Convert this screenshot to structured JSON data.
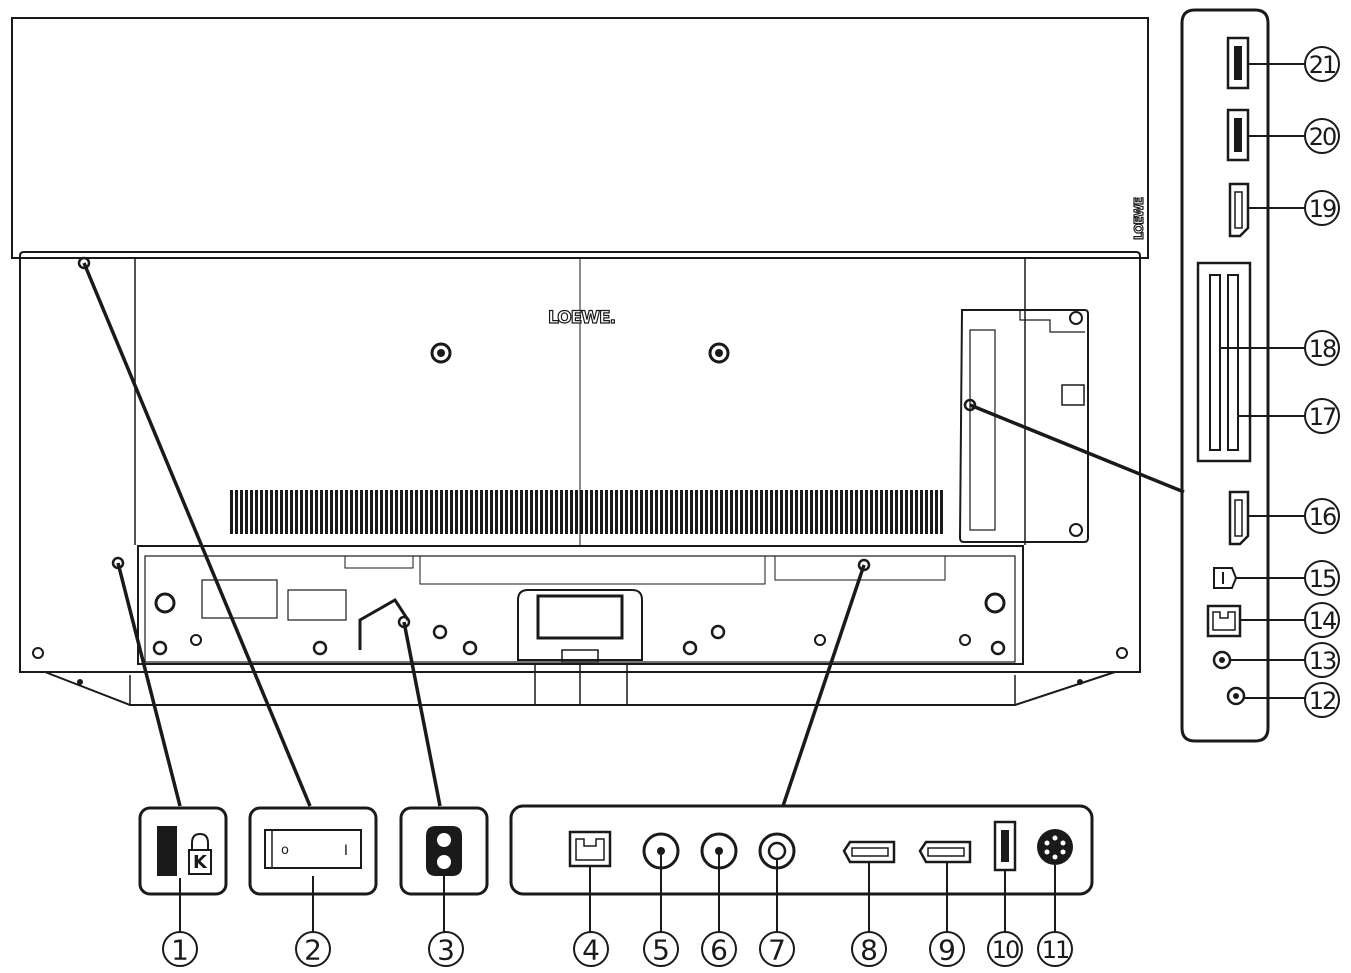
{
  "brand": {
    "logo_text": "LOEWE.",
    "side_logo_text": "LOEWE"
  },
  "callouts": {
    "c1": "1",
    "c2": "2",
    "c3": "3",
    "c4": "4",
    "c5": "5",
    "c6": "6",
    "c7": "7",
    "c8": "8",
    "c9": "9",
    "c10": "10",
    "c11": "11",
    "c12": "12",
    "c13": "13",
    "c14": "14",
    "c15": "15",
    "c16": "16",
    "c17": "17",
    "c18": "18",
    "c19": "19",
    "c20": "20",
    "c21": "21"
  },
  "icons": {
    "kensington_letter": "K",
    "power_switch_off": "o",
    "power_switch_on": "I"
  },
  "colors": {
    "line": "#1a1a1a",
    "background": "#ffffff"
  }
}
